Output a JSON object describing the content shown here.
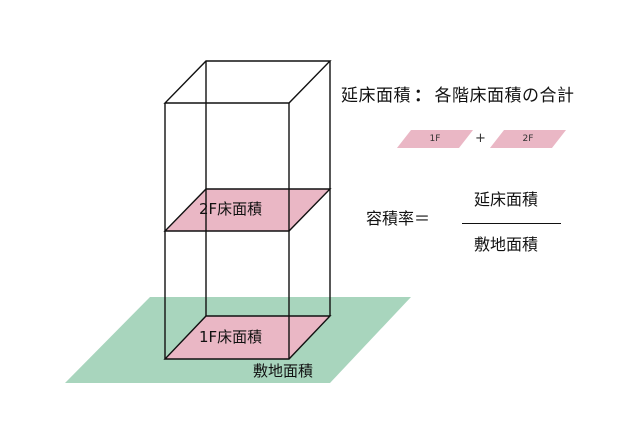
{
  "title": {
    "left": "延床面積",
    "colon": "：",
    "right": "各階床面積の合計"
  },
  "sum": {
    "chip1": "1F",
    "plus": "+",
    "chip2": "2F"
  },
  "formula": {
    "lhs": "容積率＝",
    "numerator": "延床面積",
    "denominator": "敷地面積"
  },
  "building": {
    "floor2_label": "2F床面積",
    "floor1_label": "1F床面積",
    "site_label": "敷地面積"
  },
  "colors": {
    "site": "#a8d5bd",
    "floor": "#eab7c5",
    "line": "#111111"
  }
}
